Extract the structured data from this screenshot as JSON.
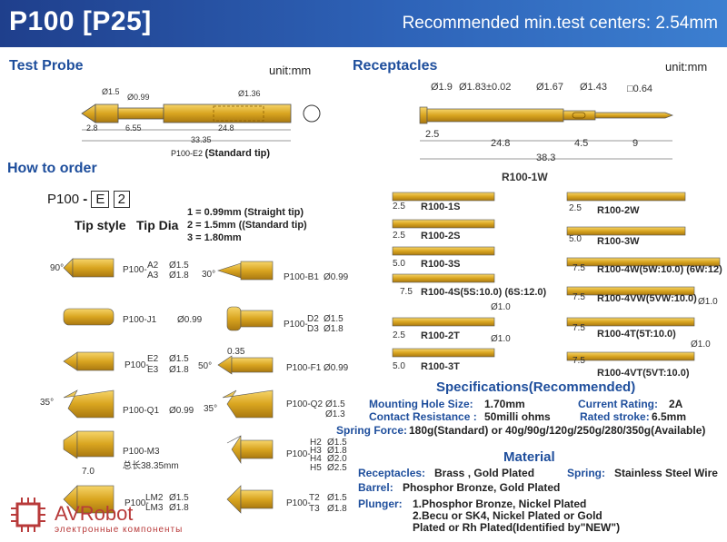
{
  "header": {
    "title": "P100  [P25]",
    "recommended": "Recommended min.test centers: 2.54mm"
  },
  "test_probe": {
    "title": "Test Probe",
    "unit": "unit:mm",
    "dims": [
      "Ø1.5",
      "Ø0.99",
      "Ø1.36",
      "2.8",
      "6.55",
      "24.8",
      "33.35"
    ],
    "caption_code": "P100-E2",
    "caption_text": "(Standard tip)"
  },
  "how_to_order": {
    "title": "How to order",
    "prefix": "P100",
    "box1": "E",
    "box2": "2",
    "label1": "Tip style",
    "label2": "Tip Dia",
    "options": [
      "1 = 0.99mm (Straight tip)",
      "2 = 1.5mm ((Standard tip)",
      "3 = 1.80mm"
    ]
  },
  "tips_left": [
    {
      "angle": "90°",
      "code": "P100-",
      "sub1": "A2",
      "sub2": "A3",
      "d1": "Ø1.5",
      "d2": "Ø1.8"
    },
    {
      "code": "P100-J1",
      "d1": "Ø0.99"
    },
    {
      "code": "P100-",
      "sub1": "E2",
      "sub2": "E3",
      "d1": "Ø1.5",
      "d2": "Ø1.8"
    },
    {
      "angle": "35°",
      "code": "P100-Q1",
      "d1": "Ø0.99"
    },
    {
      "code": "P100-M3",
      "extra": "总长38.35mm",
      "dim": "7.0"
    },
    {
      "code": "P100-",
      "sub1": "LM2",
      "sub2": "LM3",
      "d1": "Ø1.5",
      "d2": "Ø1.8"
    }
  ],
  "tips_right": [
    {
      "angle": "30°",
      "code": "P100-B1",
      "d1": "Ø0.99"
    },
    {
      "code": "P100-",
      "sub1": "D2",
      "sub2": "D3",
      "d1": "Ø1.5",
      "d2": "Ø1.8"
    },
    {
      "angle": "50°",
      "dim": "0.35",
      "code": "P100-F1",
      "d1": "Ø0.99"
    },
    {
      "angle": "35°",
      "code": "P100-Q2",
      "d1": "Ø1.5",
      "d2": "Ø1.3"
    },
    {
      "code": "P100-",
      "subs": [
        "H2",
        "H3",
        "H4",
        "H5"
      ],
      "ds": [
        "Ø1.5",
        "Ø1.8",
        "Ø2.0",
        "Ø2.5"
      ]
    },
    {
      "code": "P100-",
      "sub1": "T2",
      "sub2": "T3",
      "d1": "Ø1.5",
      "d2": "Ø1.8"
    }
  ],
  "receptacles": {
    "title": "Receptacles",
    "unit": "unit:mm",
    "dims": [
      "Ø1.9",
      "Ø1.83±0.02",
      "Ø1.67",
      "Ø1.43",
      "□0.64",
      "2.5",
      "24.8",
      "4.5",
      "9",
      "38.3"
    ],
    "caption": "R100-1W",
    "left_items": [
      {
        "dim": "2.5",
        "code": "R100-1S"
      },
      {
        "dim": "2.5",
        "code": "R100-2S"
      },
      {
        "dim": "5.0",
        "code": "R100-3S"
      },
      {
        "dim": "7.5",
        "code": "R100-4S(5S:10.0) (6S:12.0)"
      },
      {
        "dim": "2.5",
        "code": "R100-2T",
        "d": "Ø1.0"
      },
      {
        "dim": "5.0",
        "code": "R100-3T",
        "d": "Ø1.0"
      }
    ],
    "right_items": [
      {
        "dim": "2.5",
        "code": "R100-2W"
      },
      {
        "dim": "5.0",
        "code": "R100-3W"
      },
      {
        "dim": "7.5",
        "code": "R100-4W(5W:10.0) (6W:12)"
      },
      {
        "dim": "7.5",
        "code": "R100-4VW(5VW:10.0)",
        "d": "Ø1.0"
      },
      {
        "dim": "7.5",
        "code": "R100-4T(5T:10.0)"
      },
      {
        "dim": "7.5",
        "code": "R100-4VT(5VT:10.0)",
        "d": "Ø1.0"
      }
    ]
  },
  "specs": {
    "title": "Specifications(Recommended)",
    "mounting_k": "Mounting Hole Size:",
    "mounting_v": "1.70mm",
    "current_k": "Current Rating:",
    "current_v": "2A",
    "contact_k": "Contact Resistance :",
    "contact_v": "50milli ohms",
    "stroke_k": "Rated stroke:",
    "stroke_v": "6.5mm",
    "spring_k": "Spring Force:",
    "spring_v": "180g(Standard) or 40g/90g/120g/250g/280/350g(Available)"
  },
  "material": {
    "title": "Material",
    "receptacles_k": "Receptacles:",
    "receptacles_v": "Brass , Gold Plated",
    "spring_k": "Spring:",
    "spring_v": "Stainless Steel Wire",
    "barrel_k": "Barrel:",
    "barrel_v": "Phosphor Bronze, Gold Plated",
    "plunger_k": "Plunger:",
    "plunger_lines": [
      "1.Phosphor Bronze, Nickel Plated",
      "2.Becu or SK4, Nickel Plated or Gold",
      "Plated or Rh Plated(Identified by\"NEW\")"
    ]
  },
  "logo": {
    "name": "AVRobot",
    "sub": "электронные компоненты"
  },
  "colors": {
    "accent": "#1e4e9c",
    "gold": "#d9a520",
    "banner": "#2e63b8",
    "logo": "#b83a3a"
  }
}
